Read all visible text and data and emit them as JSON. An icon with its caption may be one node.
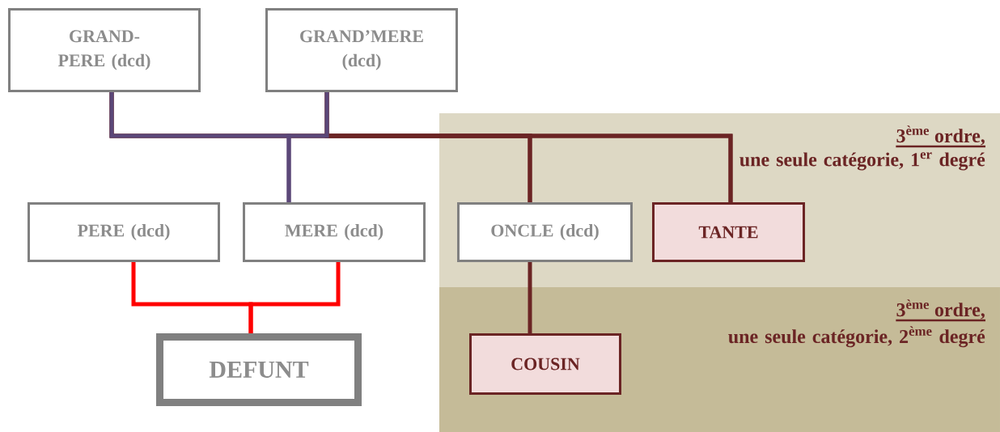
{
  "diagram": {
    "nodes": [
      {
        "text": [
          "GRAND-PERE (dcd)"
        ]
      },
      {
        "text": [
          "GRAND’MERE (dcd)"
        ]
      },
      {
        "text": [
          "3$^{ème}$ ordre,",
          "une seule catégorie, 1$^{er}$ degré"
        ]
      },
      {
        "text": [
          "PERE (dcd)"
        ]
      },
      {
        "text": [
          "MERE (dcd)"
        ]
      },
      {
        "text": [
          "ONCLE (dcd)"
        ],
        "in": 2
      },
      {
        "text": [
          "TANTE"
        ],
        "in": 2
      },
      {
        "text": [
          "3$^{ème}$ ordre,",
          "une seule catégorie, 2$^{ème}$ degré"
        ]
      },
      {
        "text": [
          "DEFUNT"
        ]
      },
      {
        "text": [
          "COUSIN"
        ],
        "in": 7
      }
    ],
    "edges": [
      {
        "from": 0,
        "to": 4,
        "arrow": "none",
        "color": "#5b4778"
      },
      {
        "from": 1,
        "to": 4,
        "arrow": "none",
        "color": "#5b4778"
      },
      {
        "from": 0,
        "to": 5,
        "arrow": "none",
        "color": "#6b2424"
      },
      {
        "from": 1,
        "to": 5,
        "arrow": "none",
        "color": "#6b2424"
      },
      {
        "from": 0,
        "to": 6,
        "arrow": "none",
        "color": "#6b2424"
      },
      {
        "from": 1,
        "to": 6,
        "arrow": "none",
        "color": "#6b2424"
      },
      {
        "from": 3,
        "to": 8,
        "arrow": "none",
        "color": "#ff0000"
      },
      {
        "from": 4,
        "to": 8,
        "arrow": "none",
        "color": "#ff0000"
      },
      {
        "from": 5,
        "to": 9,
        "arrow": "none",
        "color": "#6b2424"
      }
    ]
  }
}
